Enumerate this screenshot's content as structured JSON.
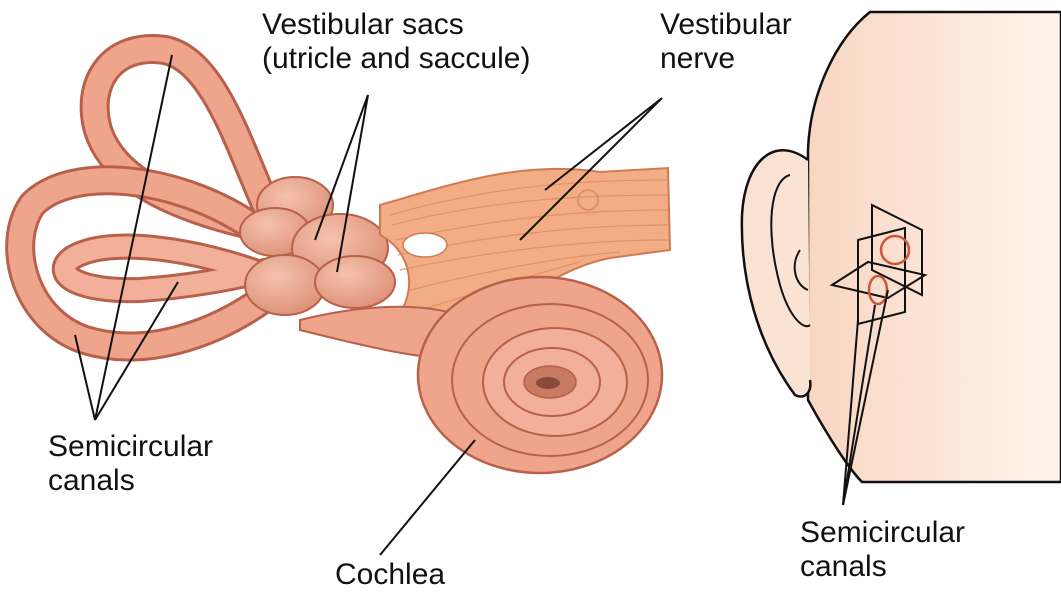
{
  "labels": {
    "vestibular_sacs": [
      "Vestibular sacs",
      "(utricle and saccule)"
    ],
    "vestibular_nerve": [
      "Vestibular",
      "nerve"
    ],
    "semicircular_canals_left": [
      "Semicircular",
      "canals"
    ],
    "cochlea": [
      "Cochlea"
    ],
    "semicircular_canals_right": [
      "Semicircular",
      "canals"
    ]
  },
  "colors": {
    "tissue": "#e8a088",
    "tissue_outline": "#b8604a",
    "tissue_shadow": "#c97a63",
    "nerve": "#f0a478",
    "skin": "#fbe3d4",
    "leader_line": "#111111"
  },
  "icons": [
    "ear-icon",
    "head-profile-icon"
  ]
}
